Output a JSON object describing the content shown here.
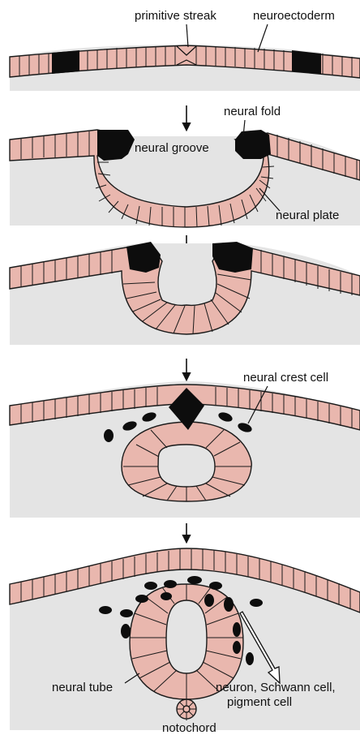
{
  "labels": {
    "primitive_streak": "primitive streak",
    "neuroectoderm": "neuroectoderm",
    "neural_fold": "neural fold",
    "neural_groove": "neural groove",
    "neural_plate": "neural plate",
    "neural_crest_cell": "neural crest cell",
    "neural_tube": "neural tube",
    "derivatives_line1": "neuron, Schwann cell,",
    "derivatives_line2": "pigment cell",
    "notochord": "notochord"
  },
  "colors": {
    "background": "#e4e4e4",
    "epithelium": "#e9b7ae",
    "neural_fold_and_crest": "#0d0d0d"
  }
}
